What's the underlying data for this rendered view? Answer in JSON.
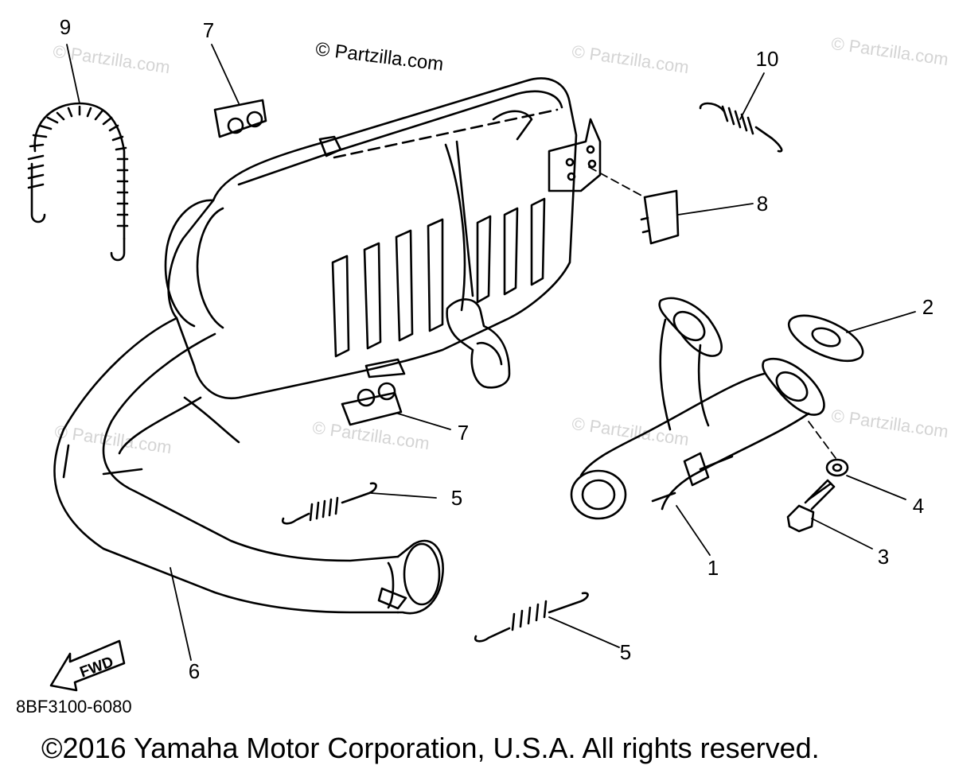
{
  "watermarks": {
    "primary": "© Partzilla.com",
    "faint": "© Partzilla.com"
  },
  "callouts": {
    "c1": "1",
    "c2": "2",
    "c3": "3",
    "c4": "4",
    "c5a": "5",
    "c5b": "5",
    "c6": "6",
    "c7a": "7",
    "c7b": "7",
    "c8": "8",
    "c9": "9",
    "c10": "10"
  },
  "fwd_label": "FWD",
  "diagram_code": "8BF3100-6080",
  "copyright": "©2016 Yamaha Motor Corporation, U.S.A. All rights reserved.",
  "colors": {
    "line": "#000000",
    "watermark": "#d4d4d4",
    "background": "#ffffff"
  }
}
